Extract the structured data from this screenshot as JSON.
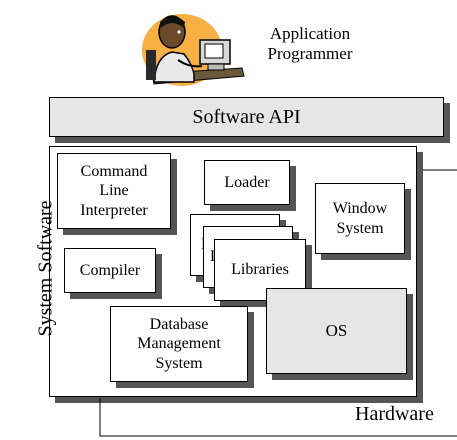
{
  "colors": {
    "box_fill": "#ffffff",
    "gray_fill": "#e6e6e6",
    "shadow": "#555555",
    "line": "#000000"
  },
  "illustration": {
    "icon": "programmer-at-computer-icon"
  },
  "application_programmer": "Application\nProgrammer",
  "software_api": "Software API",
  "system_software": "System Software",
  "components": {
    "command_line_interpreter": "Command\nLine\nInterpreter",
    "loader": "Loader",
    "window_system": "Window\nSystem",
    "compiler": "Compiler",
    "libraries_back_1": "L",
    "libraries_back_2": "L",
    "libraries": "Libraries",
    "os": "OS",
    "dbms": "Database\nManagement\nSystem"
  },
  "hardware": "Hardware"
}
